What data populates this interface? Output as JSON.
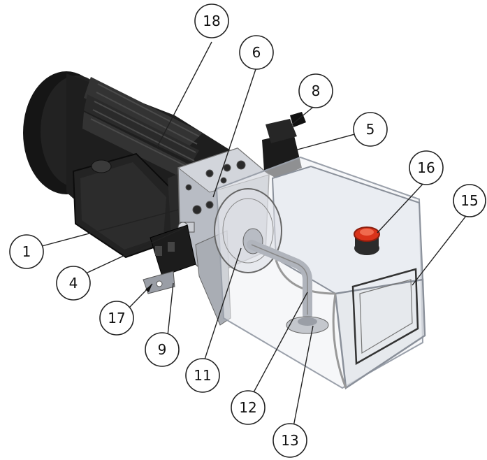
{
  "callouts": [
    {
      "id": "1",
      "label": "1"
    },
    {
      "id": "4",
      "label": "4"
    },
    {
      "id": "5",
      "label": "5"
    },
    {
      "id": "6",
      "label": "6"
    },
    {
      "id": "8",
      "label": "8"
    },
    {
      "id": "9",
      "label": "9"
    },
    {
      "id": "11",
      "label": "11"
    },
    {
      "id": "12",
      "label": "12"
    },
    {
      "id": "13",
      "label": "13"
    },
    {
      "id": "15",
      "label": "15"
    },
    {
      "id": "16",
      "label": "16"
    },
    {
      "id": "17",
      "label": "17"
    },
    {
      "id": "18",
      "label": "18"
    }
  ],
  "colors": {
    "motor_body": "#1c1c1c",
    "motor_shade": "#3a3a3a",
    "manifold": "#b8bcc4",
    "tank_glass": "#e6e8ee",
    "tank_edge": "#9aa0aa",
    "cap_red": "#d9331a",
    "pipe": "#b0b4bc"
  }
}
